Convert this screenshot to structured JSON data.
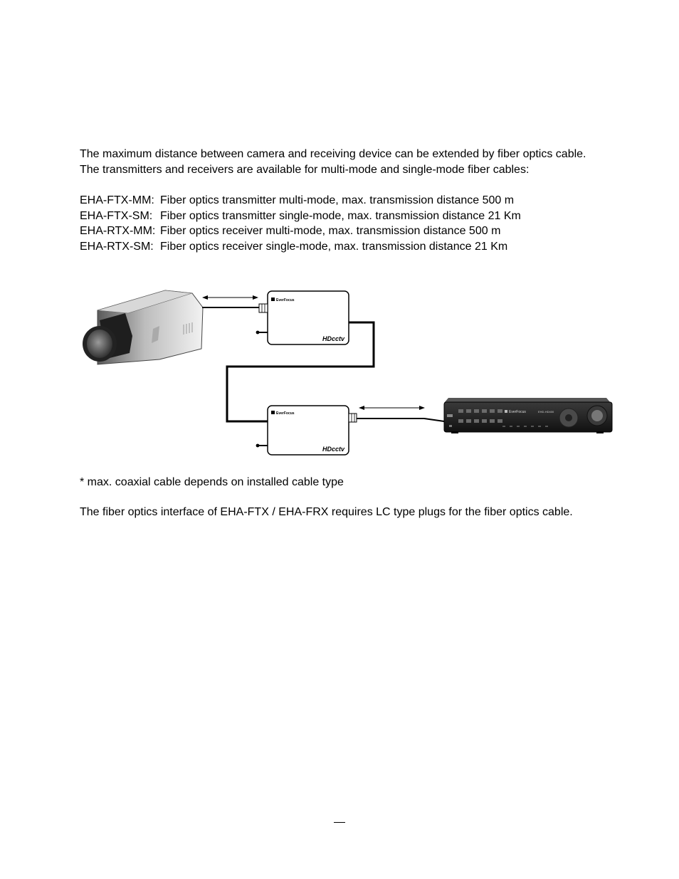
{
  "intro": {
    "line1": "The maximum distance between camera and receiving device can be extended by fiber optics cable.",
    "line2": "The transmitters and receivers are available for multi-mode and single-mode fiber cables:"
  },
  "models": [
    {
      "code": "EHA-FTX-MM:",
      "description": "Fiber optics transmitter multi-mode, max. transmission distance 500 m"
    },
    {
      "code": "EHA-FTX-SM:",
      "description": "Fiber optics transmitter single-mode, max. transmission distance 21 Km"
    },
    {
      "code": "EHA-RTX-MM:",
      "description": "Fiber optics receiver multi-mode, max. transmission distance 500 m"
    },
    {
      "code": "EHA-RTX-SM:",
      "description": "Fiber optics receiver single-mode, max. transmission distance 21 Km"
    }
  ],
  "diagram": {
    "brand": "EverFocus",
    "unit_logo": "HDcctv",
    "dvr_label": "EHD-HD400"
  },
  "footnote": "* max. coaxial cable depends on installed cable type",
  "note": "The fiber optics interface of EHA-FTX / EHA-FRX requires LC type plugs for the fiber optics cable."
}
